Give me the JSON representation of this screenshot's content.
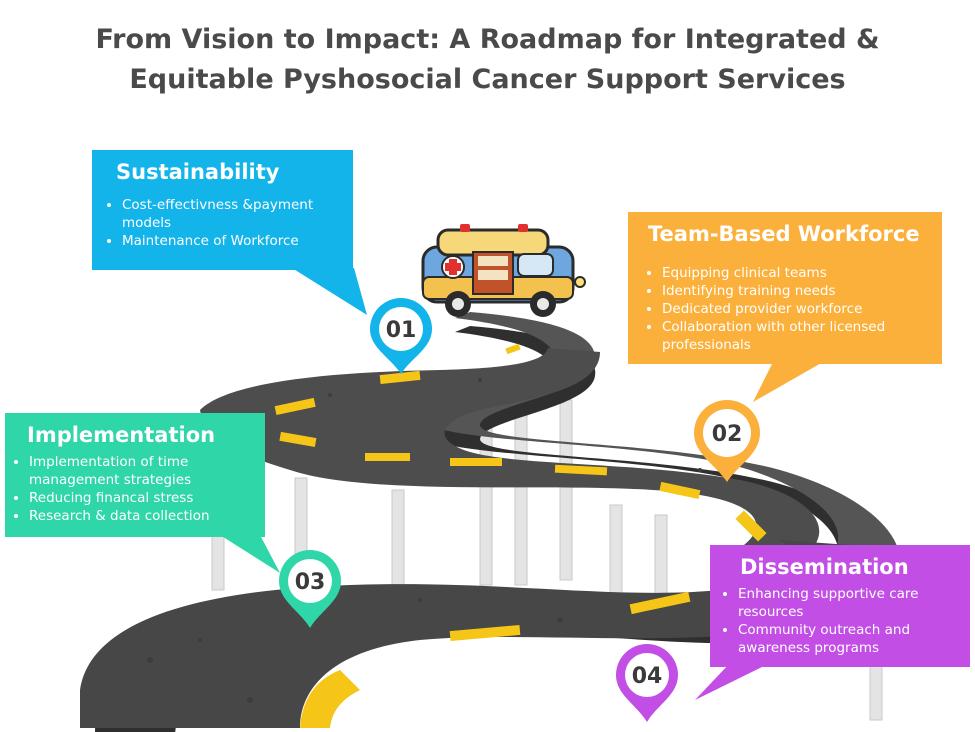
{
  "title": {
    "line1": "From Vision to Impact: A Roadmap for Integrated &",
    "line2": "Equitable Pyshosocial Cancer Support Services"
  },
  "colors": {
    "sustainability": "#12b4ea",
    "workforce": "#fbb03b",
    "implementation": "#2fd6a8",
    "dissemination": "#c24ee6",
    "road": "#4b4b4b",
    "lane": "#f5c518"
  },
  "stages": [
    {
      "number": "01",
      "title": "Sustainability",
      "items": [
        "Cost-effectivness &payment models",
        "Maintenance of Workforce"
      ]
    },
    {
      "number": "02",
      "title": "Team-Based Workforce",
      "items": [
        "Equipping clinical teams",
        "Identifying training needs",
        "Dedicated provider workforce",
        "Collaboration with other licensed professionals"
      ]
    },
    {
      "number": "03",
      "title": "Implementation",
      "items": [
        "Implementation of time management strategies",
        "Reducing financal stress",
        "Research & data collection"
      ]
    },
    {
      "number": "04",
      "title": "Dissemination",
      "items": [
        "Enhancing supportive care resources",
        "Community outreach and awareness programs"
      ]
    }
  ],
  "icons": {
    "vehicle": "ambulance-van-icon",
    "pin": "map-pin-icon"
  }
}
